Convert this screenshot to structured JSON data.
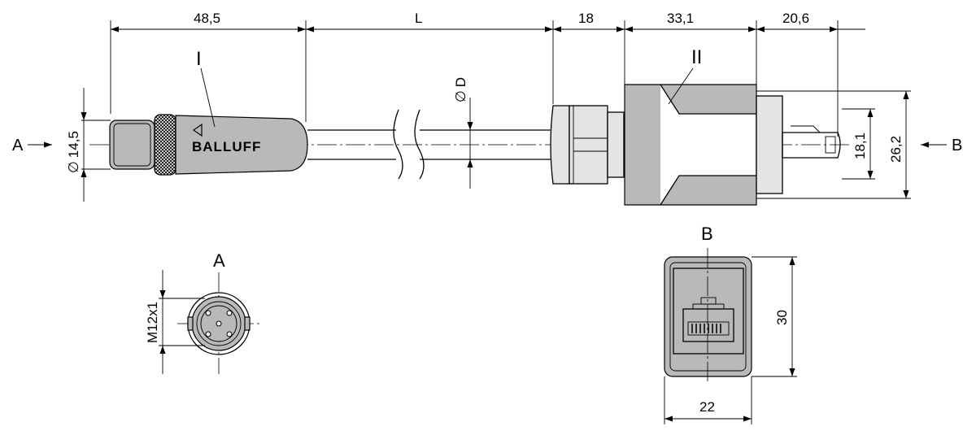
{
  "dimensions": {
    "d48_5": "48,5",
    "dL": "L",
    "d18": "18",
    "d33_1": "33,1",
    "d20_6": "20,6",
    "d14_5": "14,5",
    "dD": "D",
    "d18_1": "18,1",
    "d26_2": "26,2",
    "dM12": "M12x1",
    "d30": "30",
    "d22": "22"
  },
  "symbols": {
    "diameter": "∅"
  },
  "labels": {
    "part1": "I",
    "part2": "II",
    "viewA_arrow": "A",
    "viewB_arrow": "B",
    "viewA_title": "A",
    "viewB_title": "B"
  },
  "brand": "BALLUFF"
}
